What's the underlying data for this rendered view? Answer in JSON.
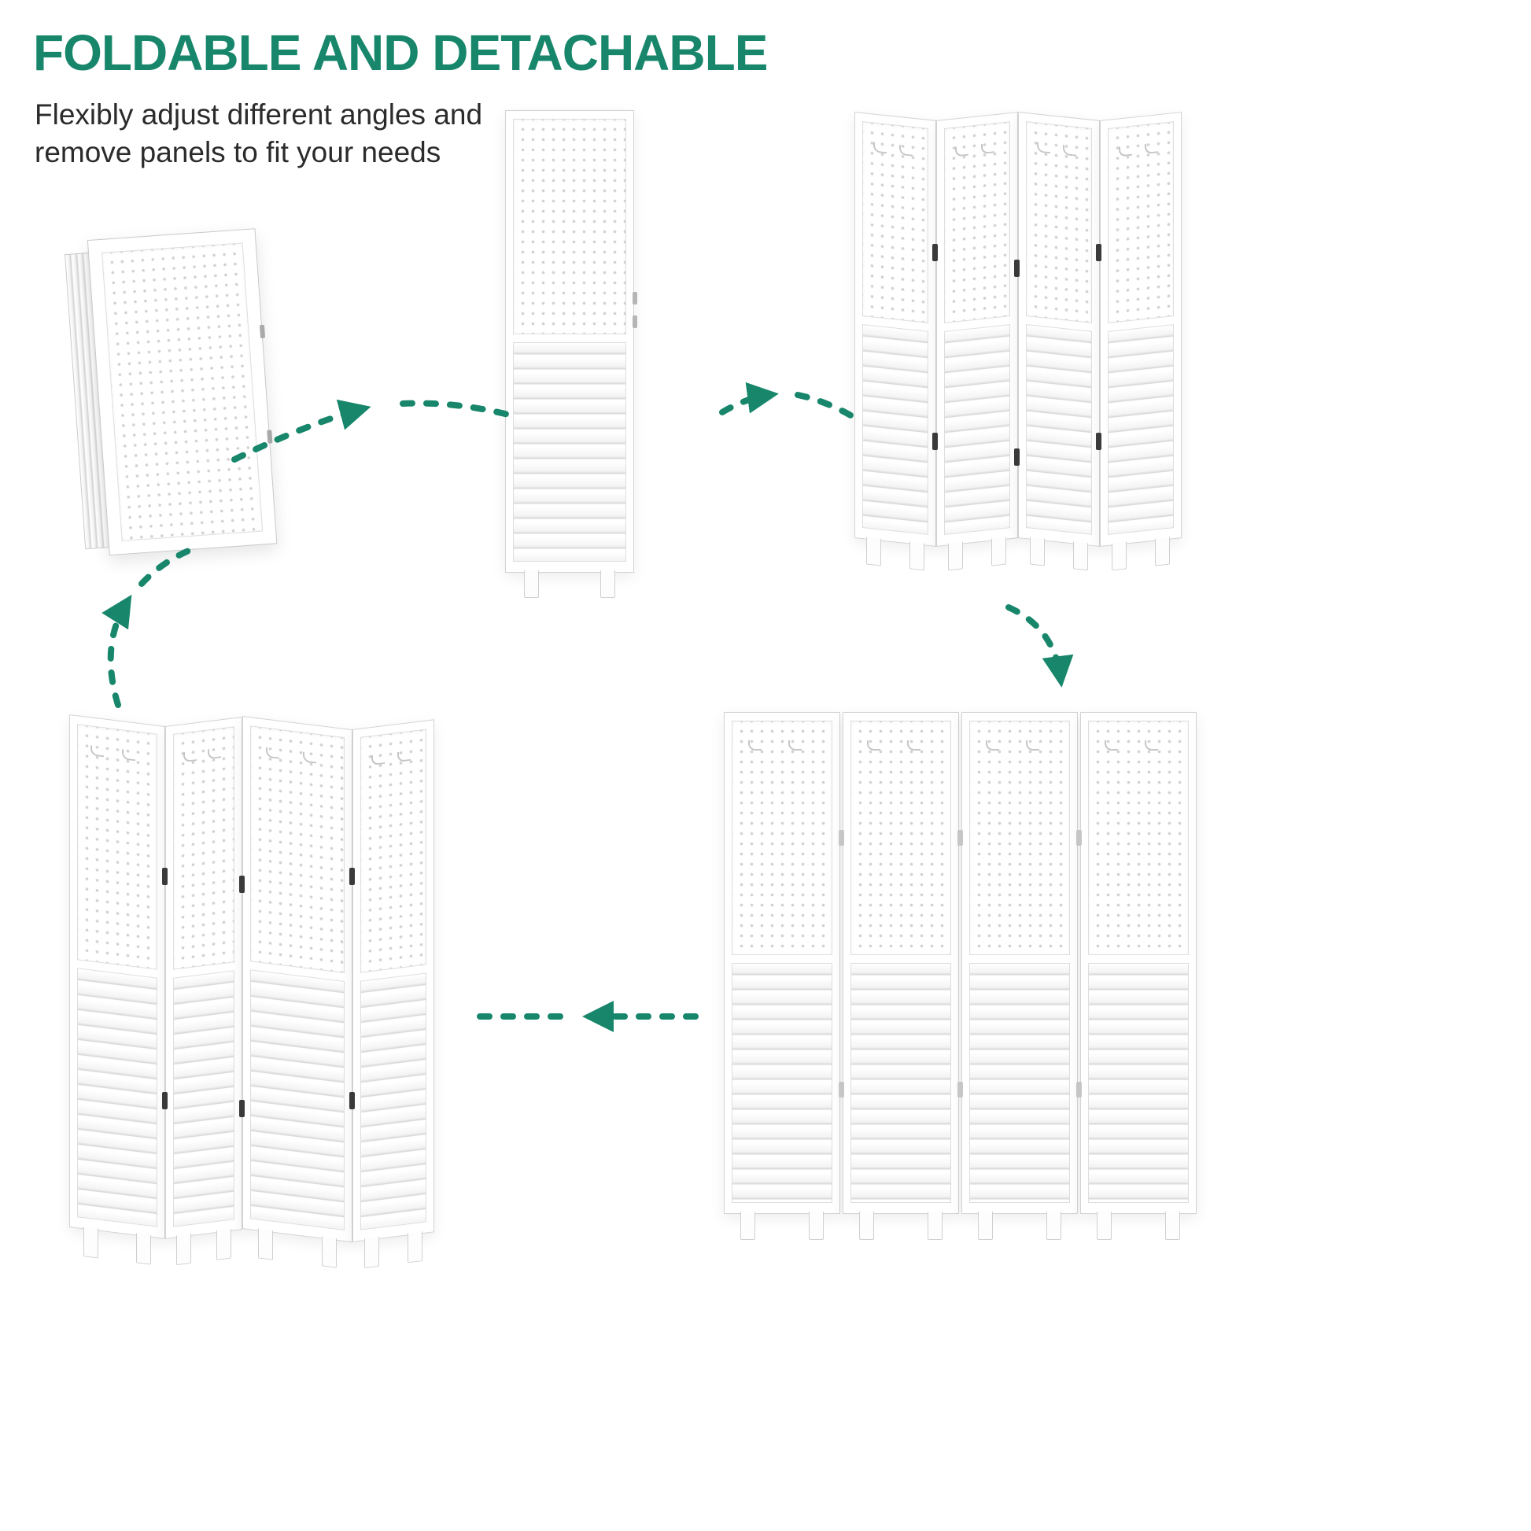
{
  "header": {
    "title": "FOLDABLE AND DETACHABLE",
    "subtitle_lines": [
      "Flexibly adjust different angles and",
      "remove panels to fit your needs"
    ]
  },
  "colors": {
    "accent_teal": "#17866B",
    "text_dark": "#2B2B2B",
    "panel_line": "#D3D3D3",
    "hinge_dark": "#3A3A3A",
    "background": "#FFFFFF"
  },
  "figures": {
    "folded_stack": "folded-panel-stack",
    "single_panel": "single-detached-panel",
    "zigzag_screen": "four-panel-zigzag-screen",
    "flat_screen": "four-panel-flat-screen",
    "angled_screen": "four-panel-angled-screen"
  }
}
